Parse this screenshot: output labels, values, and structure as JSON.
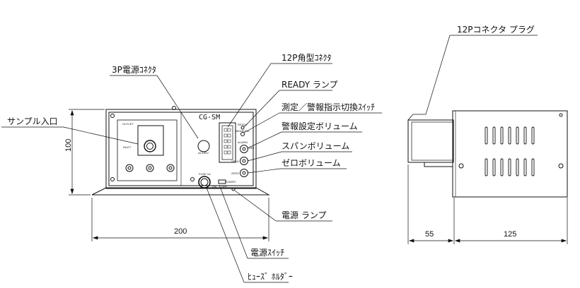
{
  "labels": {
    "sample_inlet": "サンプル入口",
    "power_connector_3p": "3P電源ｺﾈｸﾀ",
    "connector_12p": "12P角型ｺﾈｸﾀ",
    "ready_lamp": "READY ランプ",
    "measure_alarm_switch": "測定／警報指示切換ｽｲｯﾁ",
    "alarm_volume": "警報設定ボリューム",
    "span_volume": "スパンボリューム",
    "zero_volume": "ゼロボリューム",
    "power_lamp": "電源 ランプ",
    "power_switch": "電源ｽｲｯﾁ",
    "fuse_holder": "ﾋｭｰｽﾞ ﾎﾙﾀﾞｰ",
    "connector_plug_12p": "12Pコネクタ プラグ"
  },
  "dimensions": {
    "height": "100",
    "width": "200",
    "depth_left": "55",
    "depth_right": "125"
  },
  "panel": {
    "model": "CG-SM",
    "outlet": "OUTLET",
    "inlet": "INLET",
    "ac_power": "AC100V",
    "fuse": "FUSE 1A",
    "ready": "READY",
    "measure": "MEASURE",
    "alarm": "ALARM",
    "span": "SPAN",
    "zero": "ZERO",
    "on": "ON",
    "off": "OFF",
    "power": "POWER",
    "set": "SET"
  }
}
